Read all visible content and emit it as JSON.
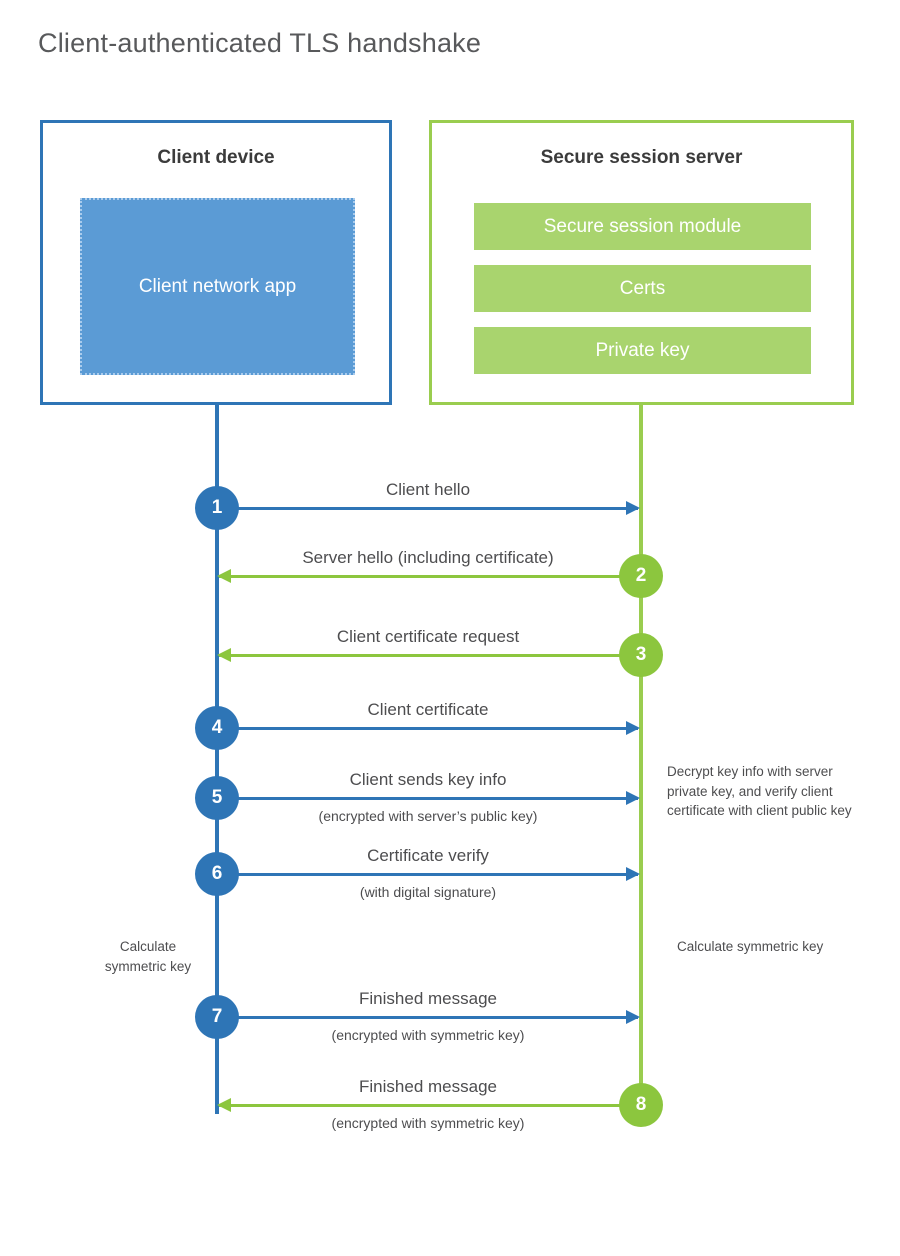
{
  "title": "Client-authenticated TLS handshake",
  "colors": {
    "client_blue": "#2E75B6",
    "client_app_fill": "#5B9BD5",
    "server_green": "#8CC63E",
    "server_border_green": "#9ACD4F",
    "server_module_fill": "#A9D46E",
    "text_gray": "#4d4d4f",
    "title_gray": "#58595b"
  },
  "client": {
    "title": "Client device",
    "app_label": "Client network app"
  },
  "server": {
    "title": "Secure session server",
    "modules": [
      {
        "label": "Secure session module"
      },
      {
        "label": "Certs"
      },
      {
        "label": "Private key"
      }
    ]
  },
  "messages": [
    {
      "number": "1",
      "label": "Client hello",
      "sublabel": "",
      "direction": "to-server",
      "side": "client"
    },
    {
      "number": "2",
      "label": "Server hello (including certificate)",
      "sublabel": "",
      "direction": "to-client",
      "side": "server"
    },
    {
      "number": "3",
      "label": "Client certificate request",
      "sublabel": "",
      "direction": "to-client",
      "side": "server"
    },
    {
      "number": "4",
      "label": "Client certificate",
      "sublabel": "",
      "direction": "to-server",
      "side": "client"
    },
    {
      "number": "5",
      "label": "Client sends key info",
      "sublabel": "(encrypted with server’s public key)",
      "direction": "to-server",
      "side": "client"
    },
    {
      "number": "6",
      "label": "Certificate verify",
      "sublabel": "(with digital signature)",
      "direction": "to-server",
      "side": "client"
    },
    {
      "number": "7",
      "label": "Finished message",
      "sublabel": "(encrypted with symmetric key)",
      "direction": "to-server",
      "side": "client"
    },
    {
      "number": "8",
      "label": "Finished message",
      "sublabel": "(encrypted with symmetric key)",
      "direction": "to-client",
      "side": "server"
    }
  ],
  "notes": {
    "decrypt": "Decrypt key info with server private key, and verify client certificate with client public key",
    "calculate_client": "Calculate symmetric key",
    "calculate_server": "Calculate symmetric key"
  }
}
